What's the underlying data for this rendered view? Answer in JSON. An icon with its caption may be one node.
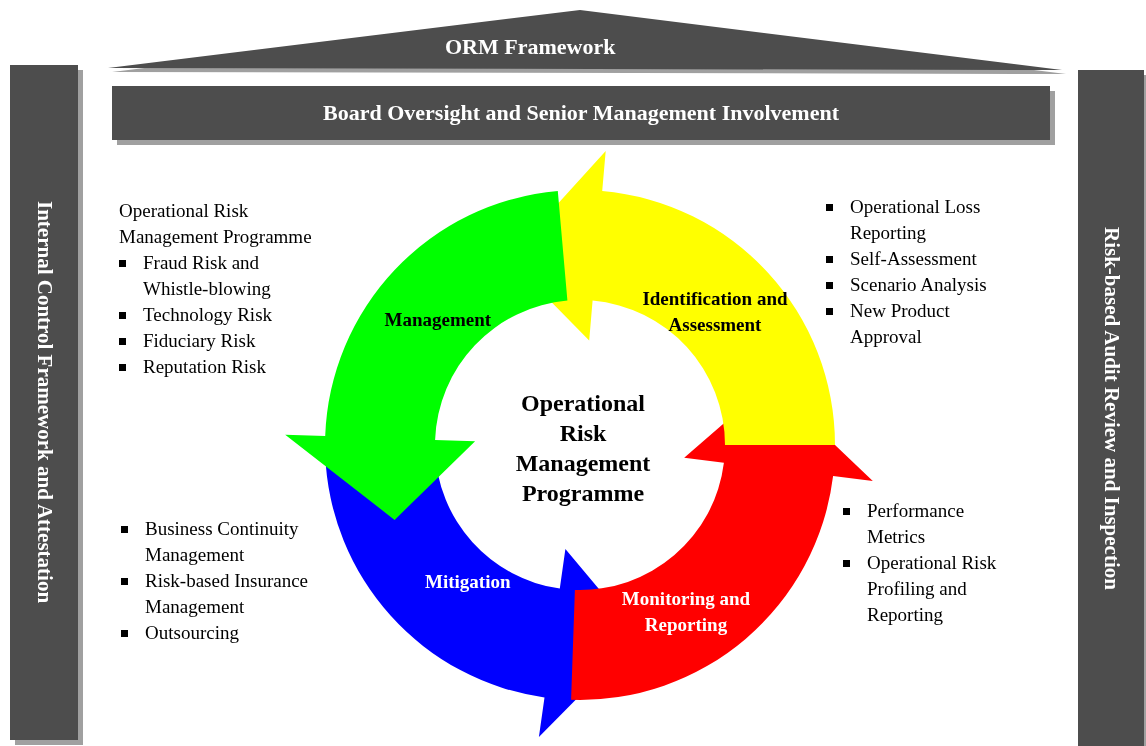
{
  "diagram": {
    "nodes": [
      {
        "text": [
          "ORM Framework"
        ]
      },
      {
        "text": [
          "Board Oversight and Senior Management Involvement"
        ]
      },
      {
        "text": [
          "Internal Control Framework and Attestation"
        ]
      },
      {
        "text": [
          "Risk-based Audit Review and Inspection"
        ]
      },
      {
        "text": [
          "Operational Risk Management Programme"
        ]
      },
      {
        "text": [
          "Identification and Assessment"
        ],
        "beside": [
          "Operational Loss Reporting",
          "Self-Assessment",
          "Scenario Analysis",
          "New Product Approval"
        ]
      },
      {
        "text": [
          "Management"
        ],
        "beside": [
          "Operational Risk Management Programme",
          "Fraud Risk and Whistle-blowing",
          "Technology Risk",
          "Fiduciary Risk",
          "Reputation Risk"
        ]
      },
      {
        "text": [
          "Mitigation"
        ],
        "beside": [
          "Business Continuity Management",
          "Risk-based Insurance Management",
          "Outsourcing"
        ]
      },
      {
        "text": [
          "Monitoring and Reporting"
        ],
        "beside": [
          "Performance Metrics",
          "Operational Risk Profiling and Reporting"
        ]
      }
    ],
    "edges": []
  }
}
